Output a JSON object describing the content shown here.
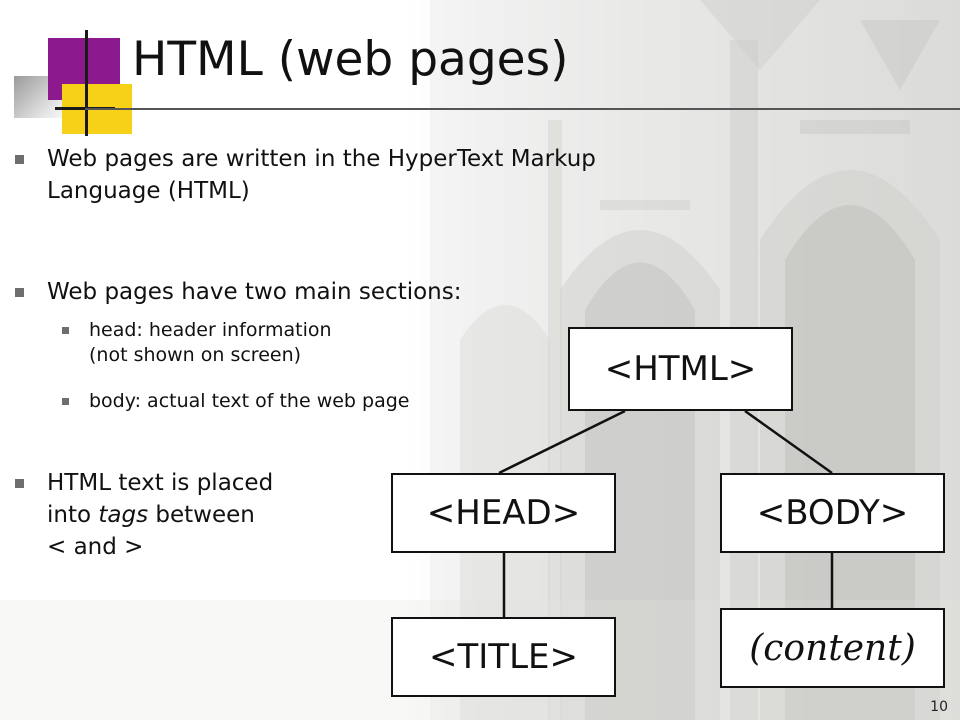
{
  "slide": {
    "title": "HTML (web pages)",
    "number": "10"
  },
  "bullets": [
    {
      "lines": [
        "Web pages are written in the HyperText Markup",
        "Language (HTML)"
      ]
    },
    {
      "text": "Web pages have two main sections:",
      "subs": [
        {
          "lines": [
            "head: header information",
            "(not shown on screen)"
          ]
        },
        {
          "lines": [
            "body: actual text of the web page"
          ]
        }
      ]
    },
    {
      "line1": "HTML text is placed",
      "line2_pre": "into ",
      "line2_em": "tags",
      "line2_post": " between",
      "line3": "< and >"
    }
  ],
  "diagram": {
    "root": "<HTML>",
    "head": "<HEAD>",
    "body": "<BODY>",
    "title": "<TITLE>",
    "content": "(content)"
  },
  "colors": {
    "logo_purple": "#8c1a8e",
    "logo_yellow": "#f7d117",
    "bullet_gray": "#6e6e6e"
  }
}
